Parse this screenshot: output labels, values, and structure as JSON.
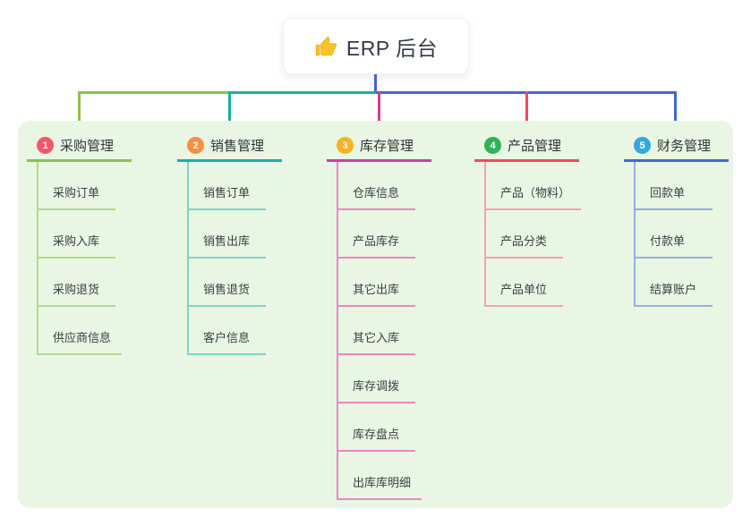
{
  "root": {
    "label": "ERP 后台",
    "icon": "thumbs-up-icon"
  },
  "colors": {
    "canvas_bg": "#ffffff",
    "panel_bg": "#e9f6e3",
    "root_connector": "#4b5dd3",
    "title_text": "#30353b",
    "child_text": "#3b4046",
    "thumb_yellow": "#f7c325"
  },
  "branches": [
    {
      "num": "1",
      "title": "采购管理",
      "circle_color": "#f4566e",
      "line_color": "#8cc152",
      "child_line_color": "#b4d98d",
      "children": [
        "采购订单",
        "采购入库",
        "采购退货",
        "供应商信息"
      ]
    },
    {
      "num": "2",
      "title": "销售管理",
      "circle_color": "#f98f45",
      "line_color": "#14b1a7",
      "child_line_color": "#7fd3cc",
      "children": [
        "销售订单",
        "销售出库",
        "销售退货",
        "客户信息"
      ]
    },
    {
      "num": "3",
      "title": "库存管理",
      "circle_color": "#fbb122",
      "line_color": "#d33c9e",
      "child_line_color": "#ee86c0",
      "children": [
        "仓库信息",
        "产品库存",
        "其它出库",
        "其它入库",
        "库存调拨",
        "库存盘点",
        "出库库明细"
      ]
    },
    {
      "num": "4",
      "title": "产品管理",
      "circle_color": "#2eb356",
      "line_color": "#f54860",
      "child_line_color": "#f8a2a8",
      "children": [
        "产品（物料）",
        "产品分类",
        "产品单位"
      ]
    },
    {
      "num": "5",
      "title": "财务管理",
      "circle_color": "#31a9e0",
      "line_color": "#4466d5",
      "child_line_color": "#98ace8",
      "children": [
        "回款单",
        "付款单",
        "结算账户"
      ]
    }
  ]
}
